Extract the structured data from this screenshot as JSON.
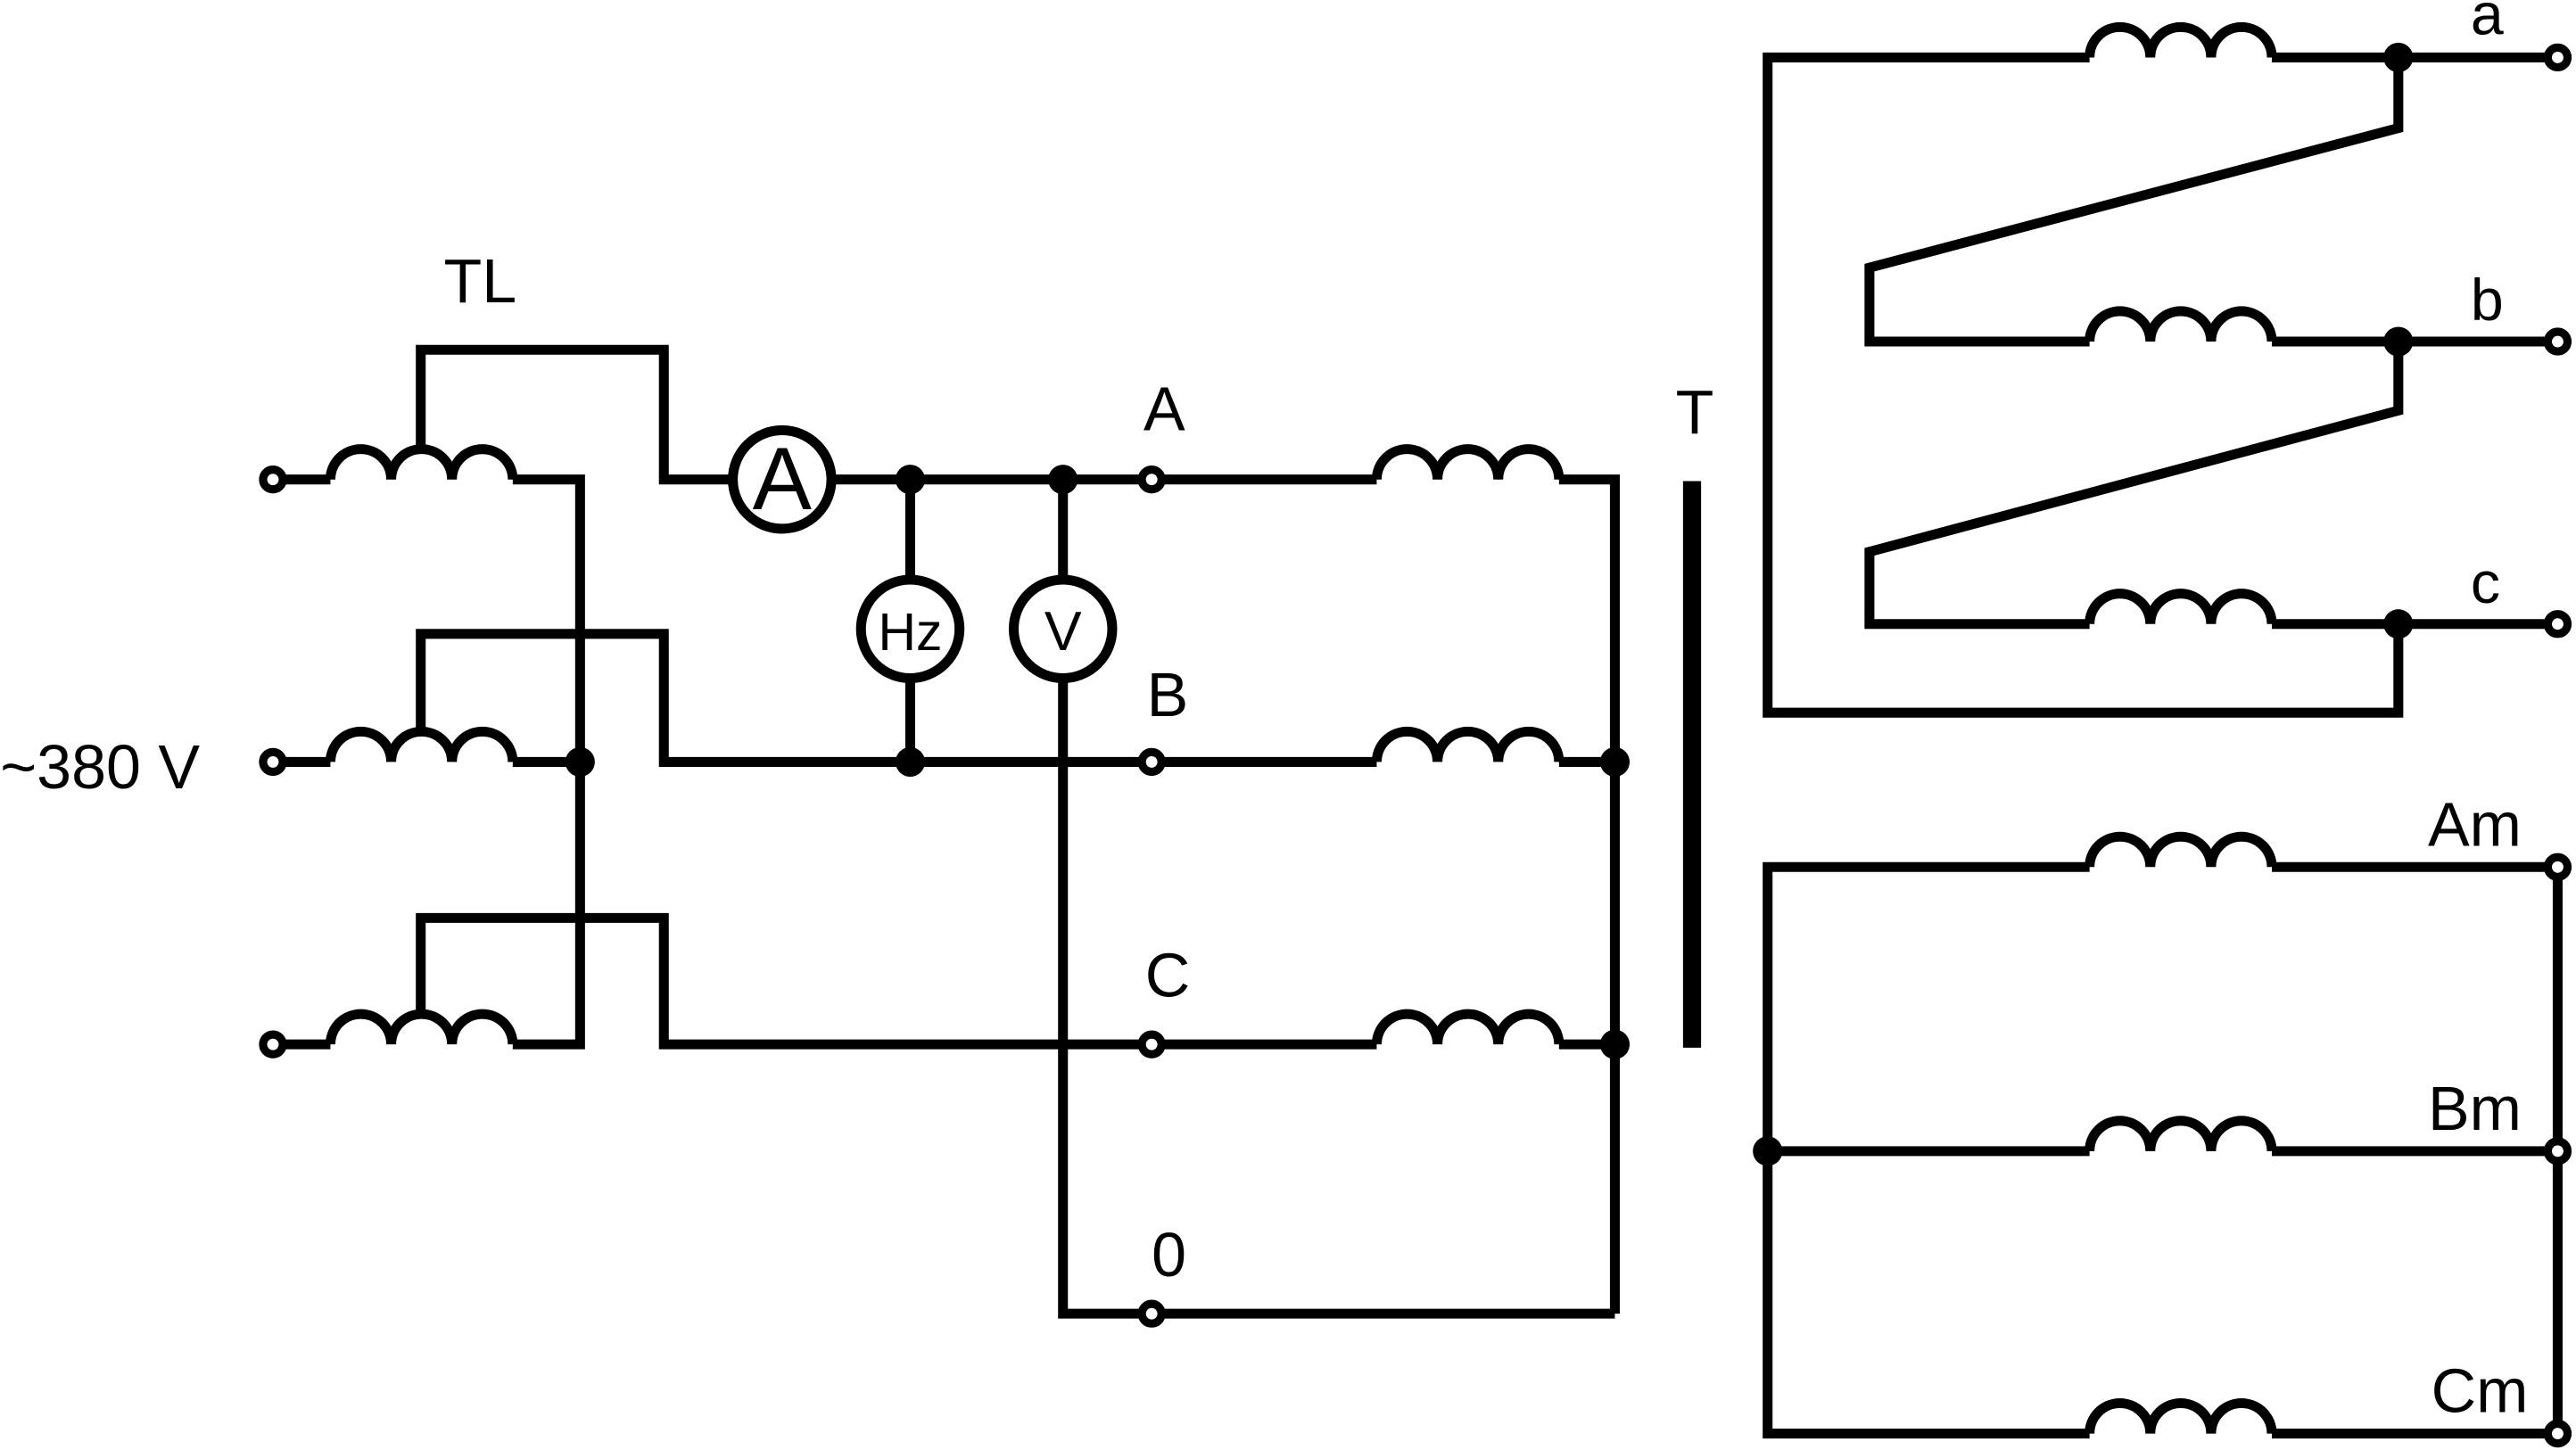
{
  "labels": {
    "supply_voltage": "~380 V",
    "autotransformer": "TL",
    "transformer": "T",
    "phase_a_primary": "A",
    "phase_b_primary": "B",
    "phase_c_primary": "C",
    "neutral": "0",
    "secondary_a": "a",
    "secondary_b": "b",
    "secondary_c": "c",
    "model_a": "Am",
    "model_b": "Bm",
    "model_c": "Cm"
  },
  "meters": {
    "ammeter": "A",
    "frequency_meter": "Hz",
    "voltmeter": "V"
  }
}
